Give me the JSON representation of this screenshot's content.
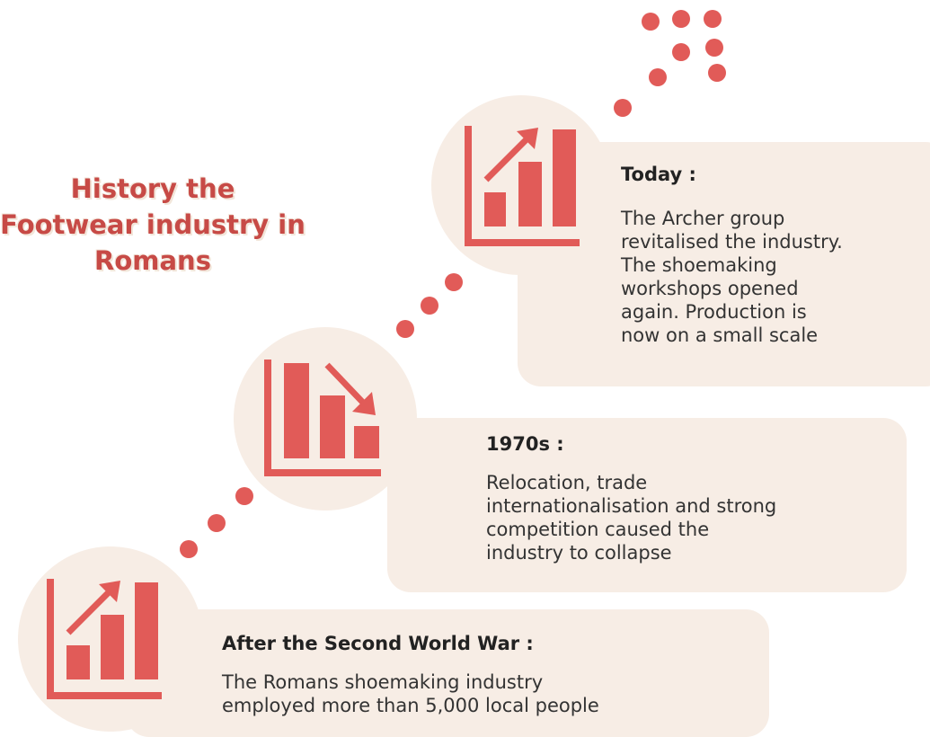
{
  "title": {
    "line1": "History the",
    "line2": "Footwear industry in",
    "line3": "Romans"
  },
  "milestones": [
    {
      "heading": "Today :",
      "lines": [
        "The Archer group",
        "revitalised the industry.",
        "The shoemaking",
        "workshops opened",
        "again. Production is",
        "now on a small scale"
      ],
      "icon": "chart-up-icon"
    },
    {
      "heading": "1970s :",
      "lines": [
        "Relocation, trade",
        "internationalisation and strong",
        "competition caused the",
        "industry to collapse"
      ],
      "icon": "chart-down-icon"
    },
    {
      "heading": "After the Second World War :",
      "lines": [
        "The Romans shoemaking industry",
        "employed more than 5,000  local people"
      ],
      "icon": "chart-up-icon"
    }
  ],
  "colors": {
    "accent": "#e15b58",
    "card": "#f7ede5",
    "title": "#c74a46"
  }
}
